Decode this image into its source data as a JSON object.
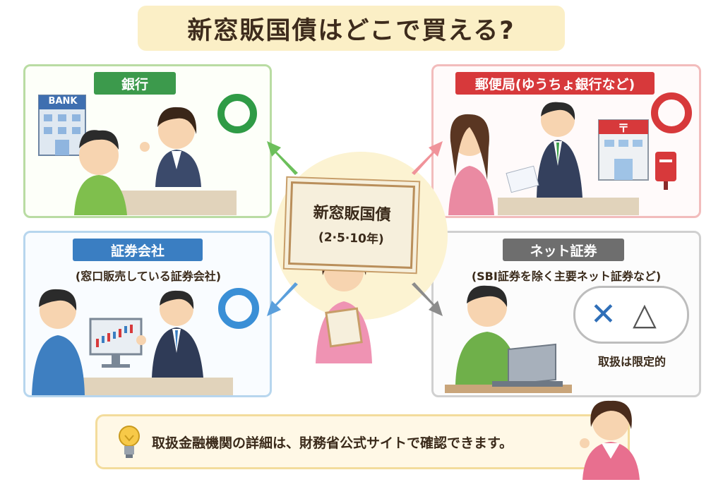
{
  "title": "新窓販国債はどこで買える?",
  "center": {
    "title": "新窓販国債",
    "subtitle": "(2·5·10年)"
  },
  "bank": {
    "label": "銀行",
    "building_sign": "BANK",
    "mark": "circle",
    "mark_color": "#2f9b46"
  },
  "post": {
    "label": "郵便局(ゆうちょ銀行など)",
    "mark": "circle",
    "mark_color": "#d7393b",
    "building_sign": "〒"
  },
  "securities": {
    "label": "証券会社",
    "sublabel": "(窓口販売している証券会社)",
    "mark": "circle",
    "mark_color": "#3a8fd6"
  },
  "online": {
    "label": "ネット証券",
    "sublabel": "(SBI証券を除く主要ネット証券など)",
    "marks": [
      "✕",
      "△"
    ],
    "note": "取扱は限定的"
  },
  "info": {
    "text": "取扱金融機関の詳細は、財務省公式サイトで確認できます。",
    "icon": "lightbulb-icon"
  },
  "colors": {
    "bank": "#3c9a4c",
    "post": "#d7393b",
    "securities": "#3a7ec2",
    "online": "#6e6e6e",
    "arrow_green": "#6cbf5b",
    "arrow_pink": "#f0939a",
    "arrow_blue": "#5a9fdc",
    "arrow_gray": "#8c8c8c"
  }
}
